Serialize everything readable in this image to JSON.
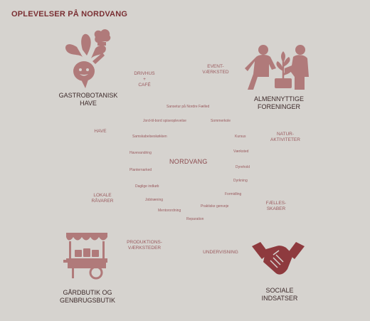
{
  "title": "OPLEVELSER PÅ NORDVANG",
  "center_label": "NORDVANG",
  "headings": {
    "gastro": "GASTROBOTANISK\nHAVE",
    "foreninger": "ALMENNYTTIGE\nFORENINGER",
    "gaardbutik": "GÅRDBUTIK OG\nGENBRUGSBUTIK",
    "sociale": "SOCIALE\nINDSATSER"
  },
  "categories": {
    "drivhus": "DRIVHUS\n+\nCAFÉ",
    "event": "EVENT-\nVÆRKSTED",
    "have": "HAVE",
    "natur": "NATUR-\nAKTIVITETER",
    "lokale": "LOKALE\nRÅVARER",
    "faelles": "FÆLLES-\nSKABER",
    "produktion": "PRODUKTIONS-\nVÆRKSTEDER",
    "undervisning": "UNDERVISNING"
  },
  "activities": [
    "Sansetur på Nordre Fælled",
    "Jord-til-bord spiseoplevelse",
    "Sommerkole",
    "Samskabelseskøkken",
    "Kursus",
    "Havevandring",
    "Værksted",
    "Planternarked",
    "Dyrehold",
    "Daglige indkøb",
    "Dyrkning",
    "Formidling",
    "Jobtræning",
    "Praktiske genveje",
    "Mentorordning",
    "Reparation"
  ],
  "colors": {
    "background": "#d6d3cf",
    "icon": "#b07a7a",
    "icon_dark": "#8e3a3e",
    "text_heading": "#3d2a2a",
    "text_label": "#9a5a5e"
  },
  "icons": {
    "gastro": "beet-chef-icon",
    "foreninger": "gardeners-plant-icon",
    "gaardbutik": "market-cart-icon",
    "sociale": "handshake-icon"
  }
}
